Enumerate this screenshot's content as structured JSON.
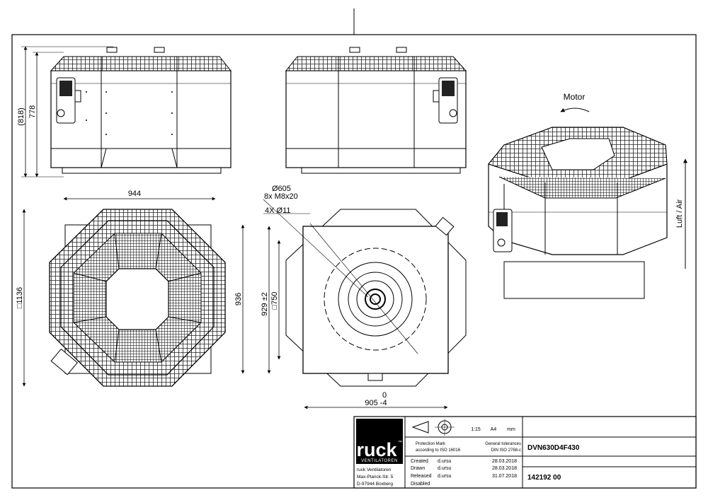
{
  "views": {
    "motor_label": "Motor",
    "airflow_label": "Luft / Air"
  },
  "dimensions": {
    "height_ref": "(818)",
    "height": "778",
    "width_top": "944",
    "square_outer": "□1136",
    "depth_right": "936",
    "flange_dia": "Ø605",
    "bolts": "8x M8x20",
    "holes": "4X Ø11",
    "base_height": "929 ±2",
    "base_square": "□750",
    "base_zero": "0",
    "base_width": "905 -4"
  },
  "title_block": {
    "logo_text": "ruck",
    "logo_tm": "™",
    "logo_sub": "VENTILATOREN",
    "company_lines": [
      "ruck Ventilatoren",
      "Max-Planck-Str. 5",
      "D-97944 Boxberg"
    ],
    "scale": "1:15",
    "paper": "A4",
    "units": "mm",
    "protection_mark_1": "Protection Mark",
    "protection_mark_2": "according to ISO 16016",
    "tolerances_1": "General tolerances",
    "tolerances_2": "DIN ISO 2768-c",
    "product_code": "DVN630D4F430",
    "drawing_number": "142192 00",
    "rows": [
      {
        "label": "Created",
        "user": "d.ursu",
        "date": "28.03.2018"
      },
      {
        "label": "Drawn",
        "user": "d.ursu",
        "date": "28.03.2018"
      },
      {
        "label": "Released",
        "user": "d.ursu",
        "date": "31.07.2018"
      },
      {
        "label": "Disabled",
        "user": "",
        "date": ""
      }
    ]
  }
}
